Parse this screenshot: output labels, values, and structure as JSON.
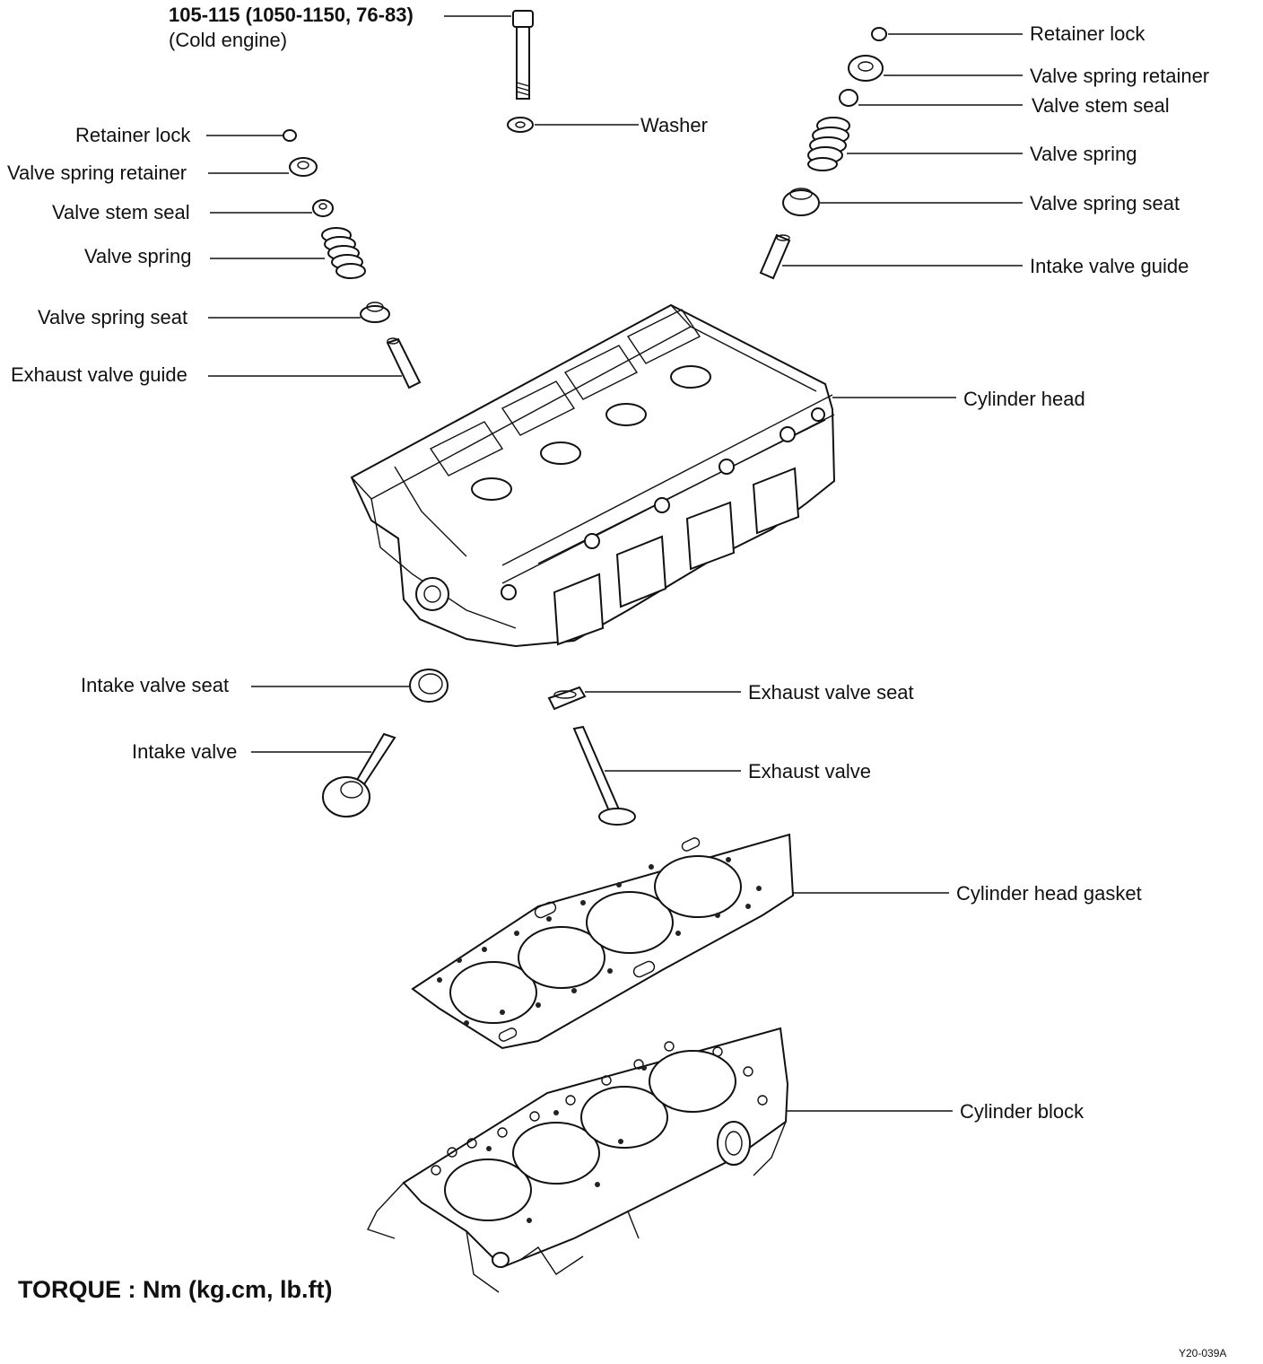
{
  "torque_spec": {
    "value": "105-115 (1050-1150, 76-83)",
    "note": "(Cold engine)"
  },
  "labels": {
    "washer": "Washer",
    "retainer_lock_left": "Retainer lock",
    "valve_spring_retainer_left": "Valve spring retainer",
    "valve_stem_seal_left": "Valve stem seal",
    "valve_spring_left": "Valve spring",
    "valve_spring_seat_left": "Valve spring seat",
    "exhaust_valve_guide": "Exhaust valve guide",
    "retainer_lock_right": "Retainer lock",
    "valve_spring_retainer_right": "Valve spring retainer",
    "valve_stem_seal_right": "Valve stem seal",
    "valve_spring_right": "Valve spring",
    "valve_spring_seat_right": "Valve spring seat",
    "intake_valve_guide": "Intake valve guide",
    "cylinder_head": "Cylinder head",
    "intake_valve_seat": "Intake valve seat",
    "exhaust_valve_seat": "Exhaust valve seat",
    "intake_valve": "Intake valve",
    "exhaust_valve": "Exhaust valve",
    "cylinder_head_gasket": "Cylinder head gasket",
    "cylinder_block": "Cylinder block"
  },
  "footer": {
    "torque_units": "TORQUE : Nm (kg.cm, lb.ft)",
    "figure_code": "Y20-039A"
  }
}
